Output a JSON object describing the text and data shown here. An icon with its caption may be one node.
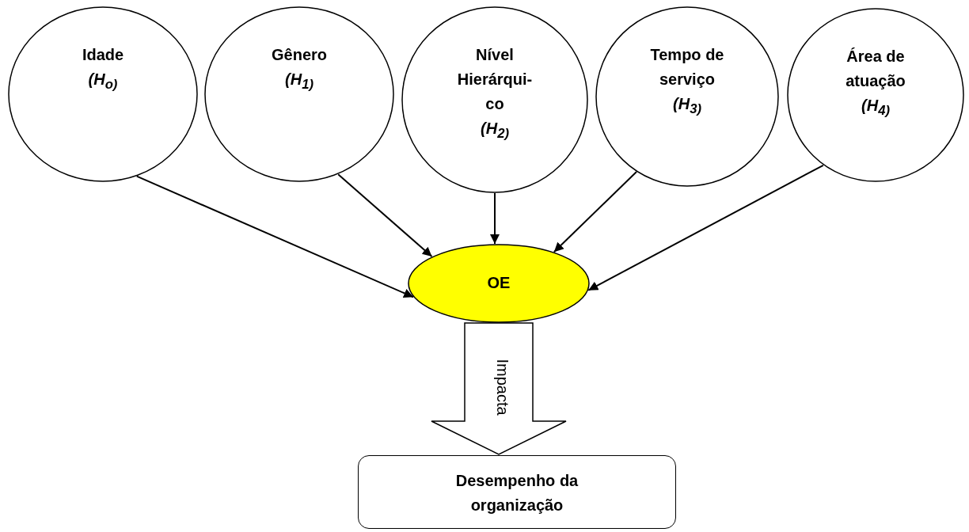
{
  "diagram": {
    "nodes": [
      {
        "text": [
          "Idade",
          "*(H$_{o)}$*"
        ]
      },
      {
        "text": [
          "Gênero",
          "*(H$_{1)}$*"
        ]
      },
      {
        "text": [
          "Nível Hierárqui- co",
          "*(H$_{2)}$*"
        ]
      },
      {
        "text": [
          "Tempo de serviço",
          "*(H$_{3)}$*"
        ]
      },
      {
        "text": [
          "Área de atuação",
          "*(H$_{4)}$*"
        ]
      },
      {
        "text": [
          "OE"
        ]
      },
      {
        "text": [
          "Desempenho da organização"
        ]
      }
    ],
    "edges": [
      {
        "from": 0,
        "to": 5,
        "arrow": "to"
      },
      {
        "from": 1,
        "to": 5,
        "arrow": "to"
      },
      {
        "from": 2,
        "to": 5,
        "arrow": "to"
      },
      {
        "from": 3,
        "to": 5,
        "arrow": "to"
      },
      {
        "from": 4,
        "to": 5,
        "arrow": "to"
      },
      {
        "from": 5,
        "to": 6,
        "arrow": "to",
        "label": "Impacta",
        "style": "thick"
      }
    ]
  }
}
